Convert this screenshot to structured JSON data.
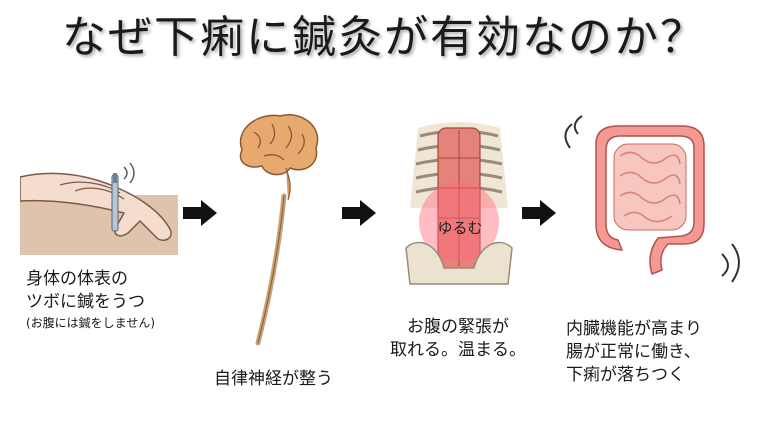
{
  "title": "なぜ下痢に鍼灸が有効なのか？",
  "steps": [
    {
      "icon": "hand-needle-icon",
      "lines": [
        "身体の体表の",
        "ツボに鍼をうつ"
      ],
      "note": "(お腹には鍼をしません)"
    },
    {
      "icon": "brain-nerve-icon",
      "lines": [
        "自律神経が整う"
      ]
    },
    {
      "icon": "torso-muscle-icon",
      "overlay": "ゆるむ",
      "lines": [
        "お腹の緊張が",
        "取れる。温まる。"
      ]
    },
    {
      "icon": "intestine-icon",
      "lines": [
        "内臓機能が高まり",
        "腸が正常に働き、",
        "下痢が落ちつく"
      ]
    }
  ],
  "colors": {
    "skin": "#f2d6c4",
    "brain": "#e3a36a",
    "muscle": "#e58f86",
    "intestine": "#f39a95",
    "arrow": "#111111"
  }
}
